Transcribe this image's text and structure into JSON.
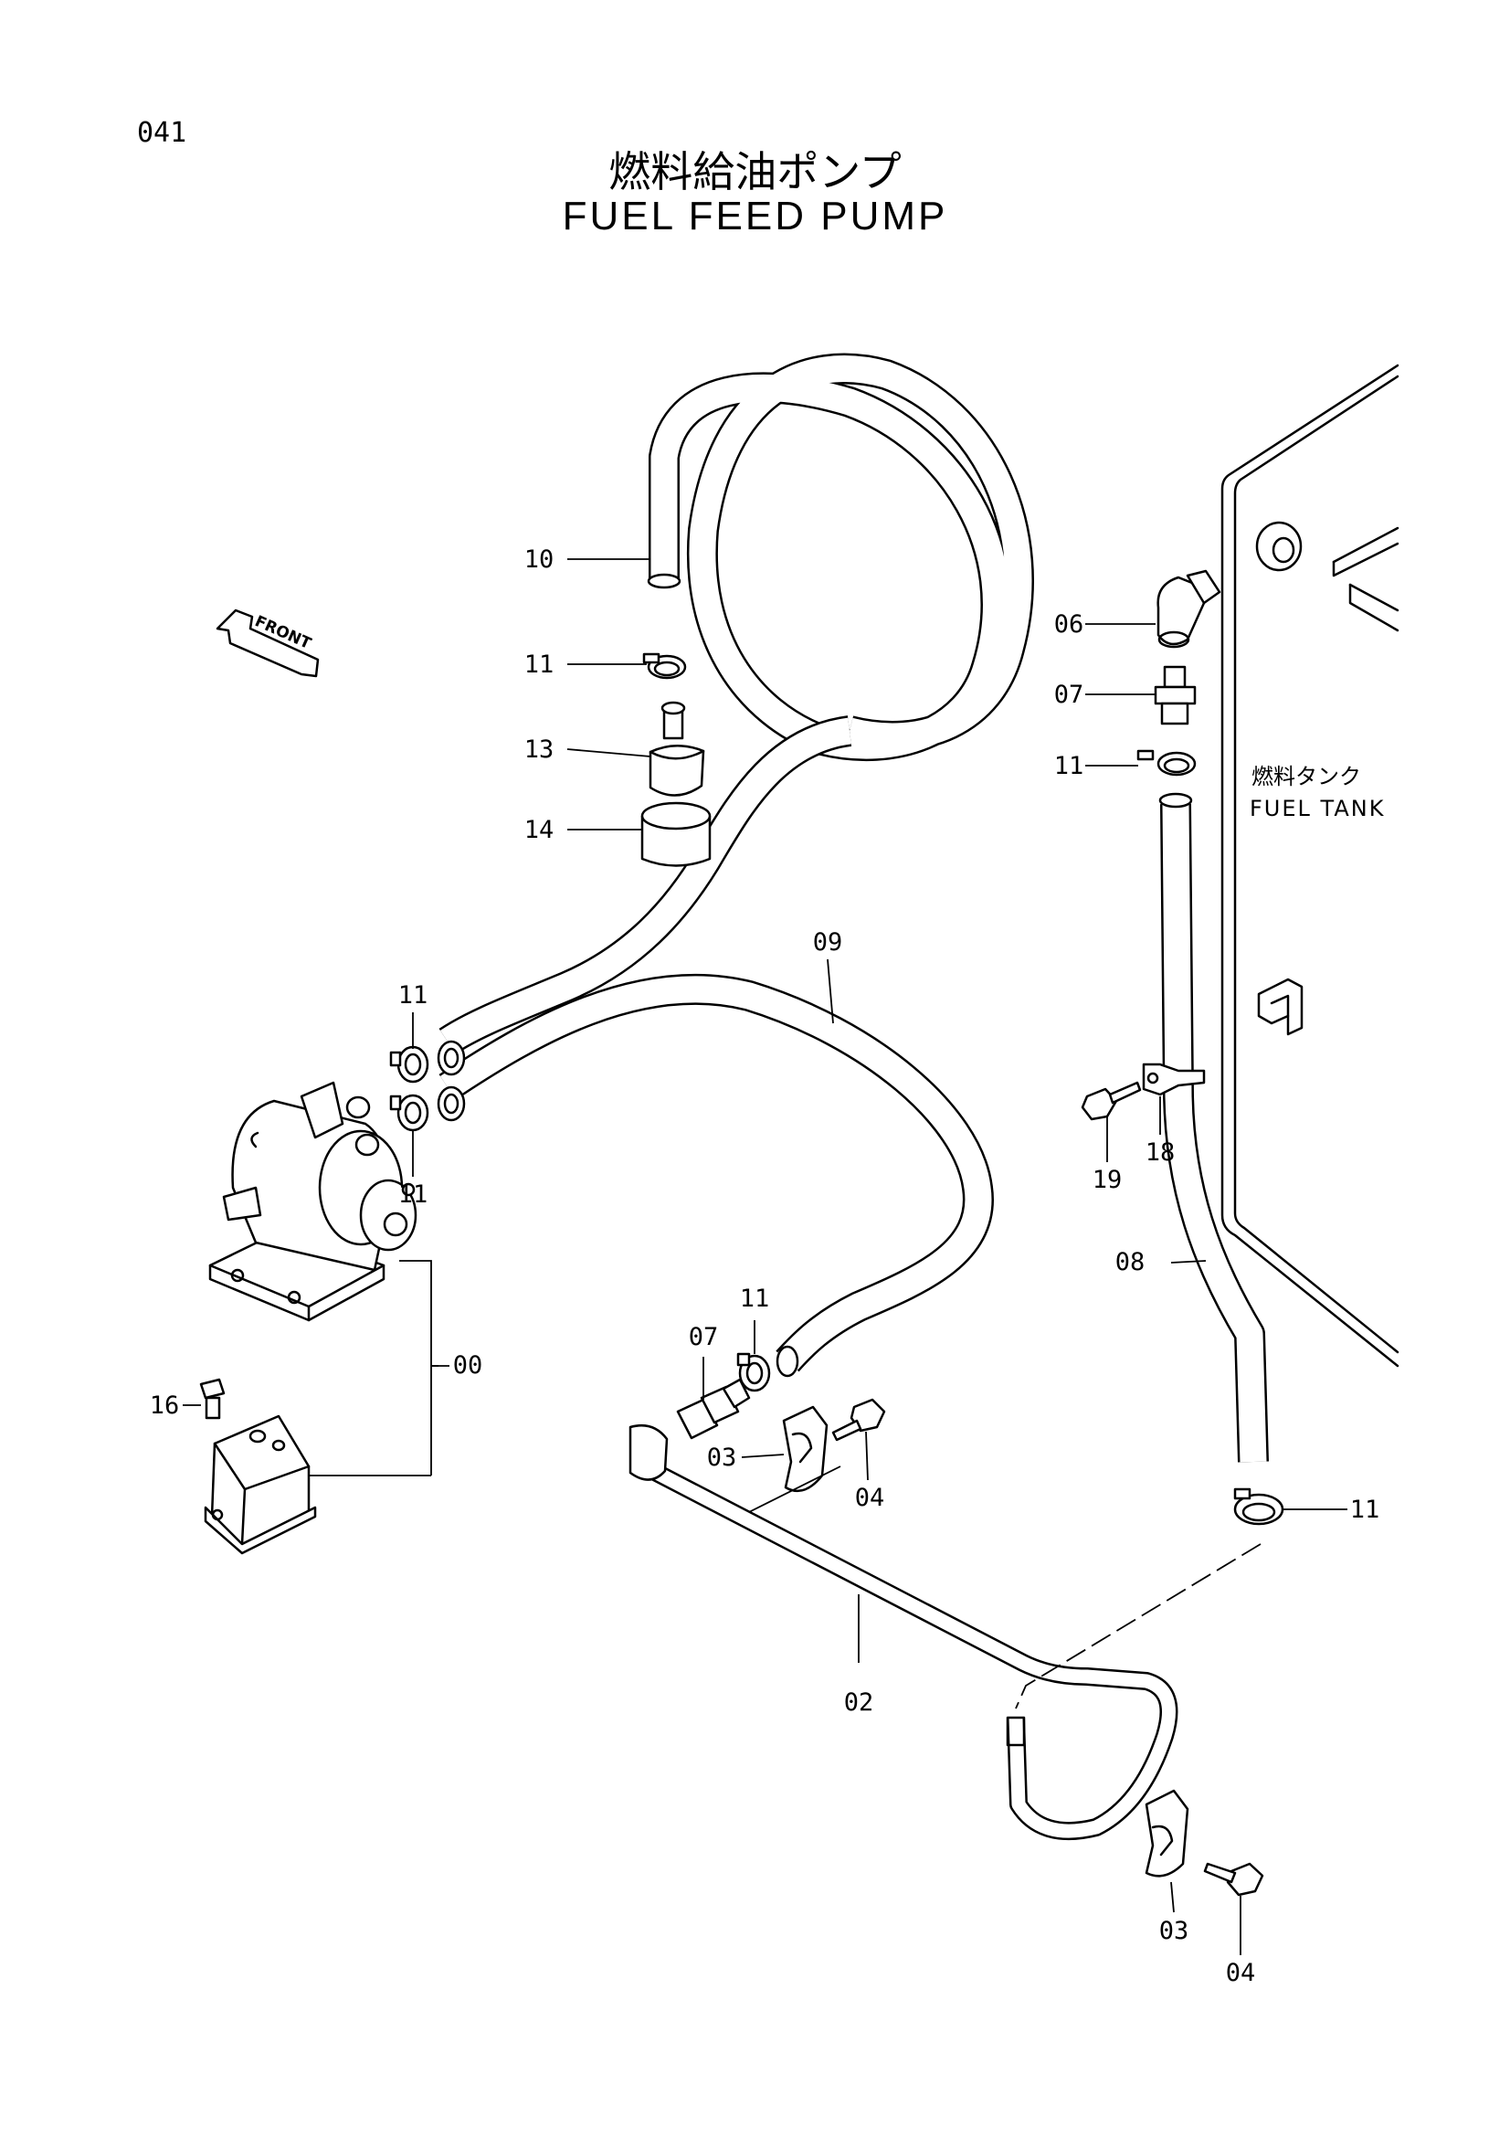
{
  "page_number": "041",
  "title_jp": "燃料給油ポンプ",
  "title_en": "FUEL FEED PUMP",
  "direction_label": "FRONT",
  "fuel_tank": {
    "label_jp": "燃料タンク",
    "label_en": "FUEL TANK"
  },
  "callouts": [
    {
      "id": "c10",
      "text": "10"
    },
    {
      "id": "c11a",
      "text": "11"
    },
    {
      "id": "c13",
      "text": "13"
    },
    {
      "id": "c14",
      "text": "14"
    },
    {
      "id": "c06",
      "text": "06"
    },
    {
      "id": "c07a",
      "text": "07"
    },
    {
      "id": "c11b",
      "text": "11"
    },
    {
      "id": "c09",
      "text": "09"
    },
    {
      "id": "c11c",
      "text": "11"
    },
    {
      "id": "c11d",
      "text": "11"
    },
    {
      "id": "c19",
      "text": "19"
    },
    {
      "id": "c18",
      "text": "18"
    },
    {
      "id": "c08",
      "text": "08"
    },
    {
      "id": "c00",
      "text": "00"
    },
    {
      "id": "c16",
      "text": "16"
    },
    {
      "id": "c11e",
      "text": "11"
    },
    {
      "id": "c07b",
      "text": "07"
    },
    {
      "id": "c03a",
      "text": "03"
    },
    {
      "id": "c04a",
      "text": "04"
    },
    {
      "id": "c11f",
      "text": "11"
    },
    {
      "id": "c02",
      "text": "02"
    },
    {
      "id": "c03b",
      "text": "03"
    },
    {
      "id": "c04b",
      "text": "04"
    }
  ]
}
